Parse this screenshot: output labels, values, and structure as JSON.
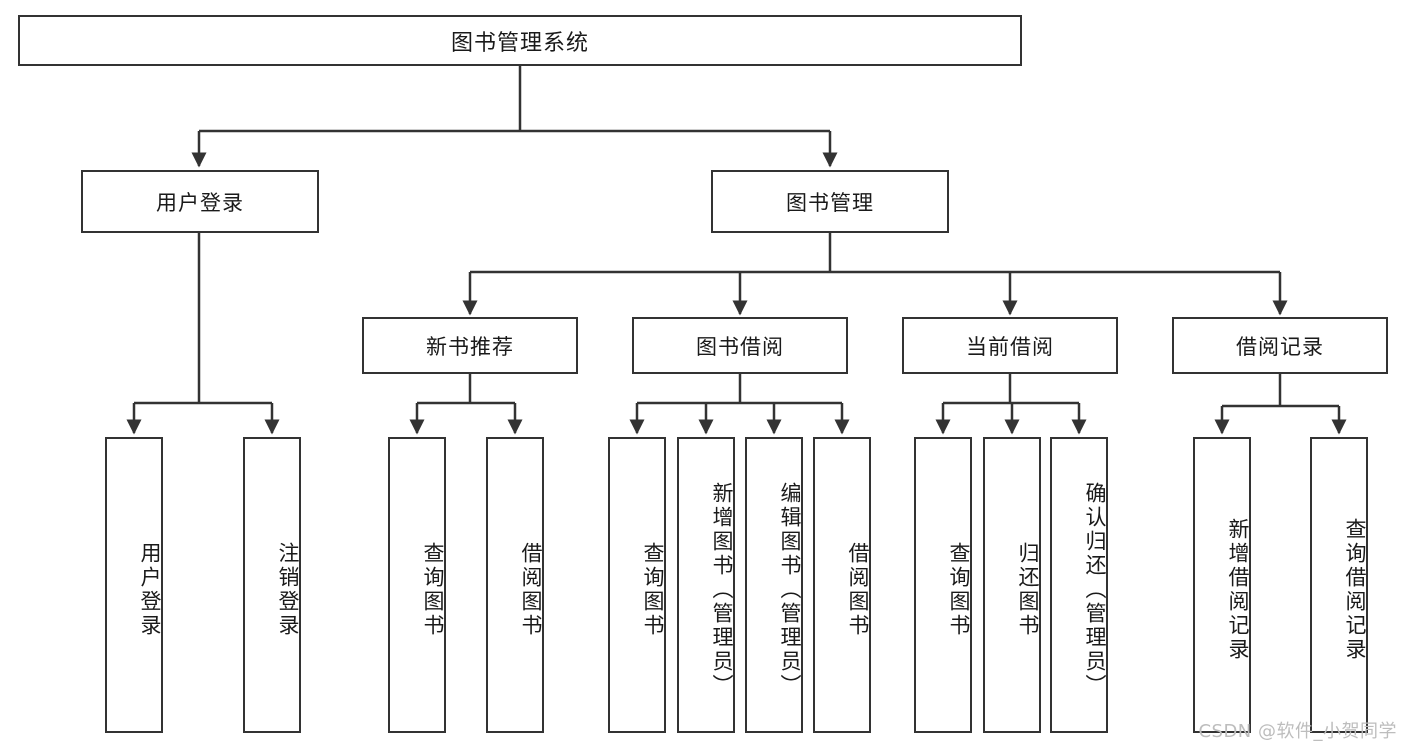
{
  "diagram": {
    "title": "图书管理系统",
    "watermark": "CSDN @软件_小贺同学",
    "colors": {
      "box_border": "#333333",
      "background": "#ffffff",
      "text": "#1a1a1a",
      "watermark": "#bdbdbd"
    },
    "level1": {
      "label": "图书管理系统"
    },
    "level2": [
      {
        "label": "用户登录"
      },
      {
        "label": "图书管理"
      }
    ],
    "level3": [
      {
        "label": "新书推荐"
      },
      {
        "label": "图书借阅"
      },
      {
        "label": "当前借阅"
      },
      {
        "label": "借阅记录"
      }
    ],
    "leaves": {
      "user_login": [
        {
          "label": "用户登录"
        },
        {
          "label": "注销登录"
        }
      ],
      "new_book_recommend": [
        {
          "label": "查询图书"
        },
        {
          "label": "借阅图书"
        }
      ],
      "book_borrow": [
        {
          "label": "查询图书"
        },
        {
          "label": "新增图书（管理员）"
        },
        {
          "label": "编辑图书（管理员）"
        },
        {
          "label": "借阅图书"
        }
      ],
      "current_borrow": [
        {
          "label": "查询图书"
        },
        {
          "label": "归还图书"
        },
        {
          "label": "确认归还（管理员）"
        }
      ],
      "borrow_record": [
        {
          "label": "新增借阅记录"
        },
        {
          "label": "查询借阅记录"
        }
      ]
    }
  }
}
